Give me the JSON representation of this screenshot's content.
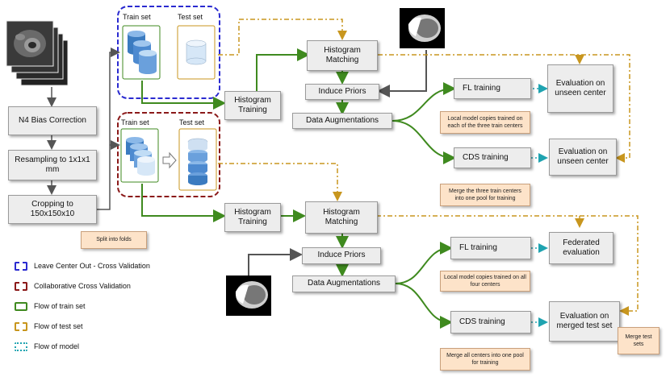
{
  "top": {
    "train_set": "Train set",
    "test_set": "Test set",
    "histogram_matching": "Histogram Matching",
    "induce_priors": "Induce Priors",
    "histogram_training": "Histogram Training",
    "data_augmentations": "Data Augmentations",
    "fl_training": "FL training",
    "eval_fl": "Evaluation on unseen center",
    "note_fl": "Local model copies trained on each of the three train centers",
    "cds_training": "CDS training",
    "eval_cds": "Evaluation on unseen center",
    "note_cds": "Merge the three train centers into one pool for training"
  },
  "preprocessing": {
    "n4": "N4 Bias Correction",
    "resampling": "Resampling to 1x1x1 mm",
    "cropping": "Cropping to 150x150x10",
    "split_note": "Split into folds"
  },
  "bottom": {
    "train_set": "Train set",
    "test_set": "Test set",
    "histogram_training": "Histogram Training",
    "histogram_matching": "Histogram Matching",
    "induce_priors": "Induce Priors",
    "data_augmentations": "Data Augmentations",
    "fl_training": "FL training",
    "eval_fl": "Federated evaluation",
    "note_fl": "Local model copies  trained on all four centers",
    "cds_training": "CDS training",
    "eval_cds": "Evaluation on merged test set",
    "note_cds": "Merge all centers into one pool for training",
    "merge_test_note": "Merge test sets"
  },
  "legend": [
    {
      "label": "Leave Center Out - Cross Validation",
      "color": "#2b2bd0",
      "style": "dashed"
    },
    {
      "label": "Collaborative Cross Validation",
      "color": "#8b1a1a",
      "style": "dashed"
    },
    {
      "label": "Flow of train set",
      "color": "#3f8a1f",
      "style": "solid"
    },
    {
      "label": "Flow of test set",
      "color": "#c8961e",
      "style": "dashdot"
    },
    {
      "label": "Flow of model",
      "color": "#1fa3b0",
      "style": "dotted"
    }
  ]
}
